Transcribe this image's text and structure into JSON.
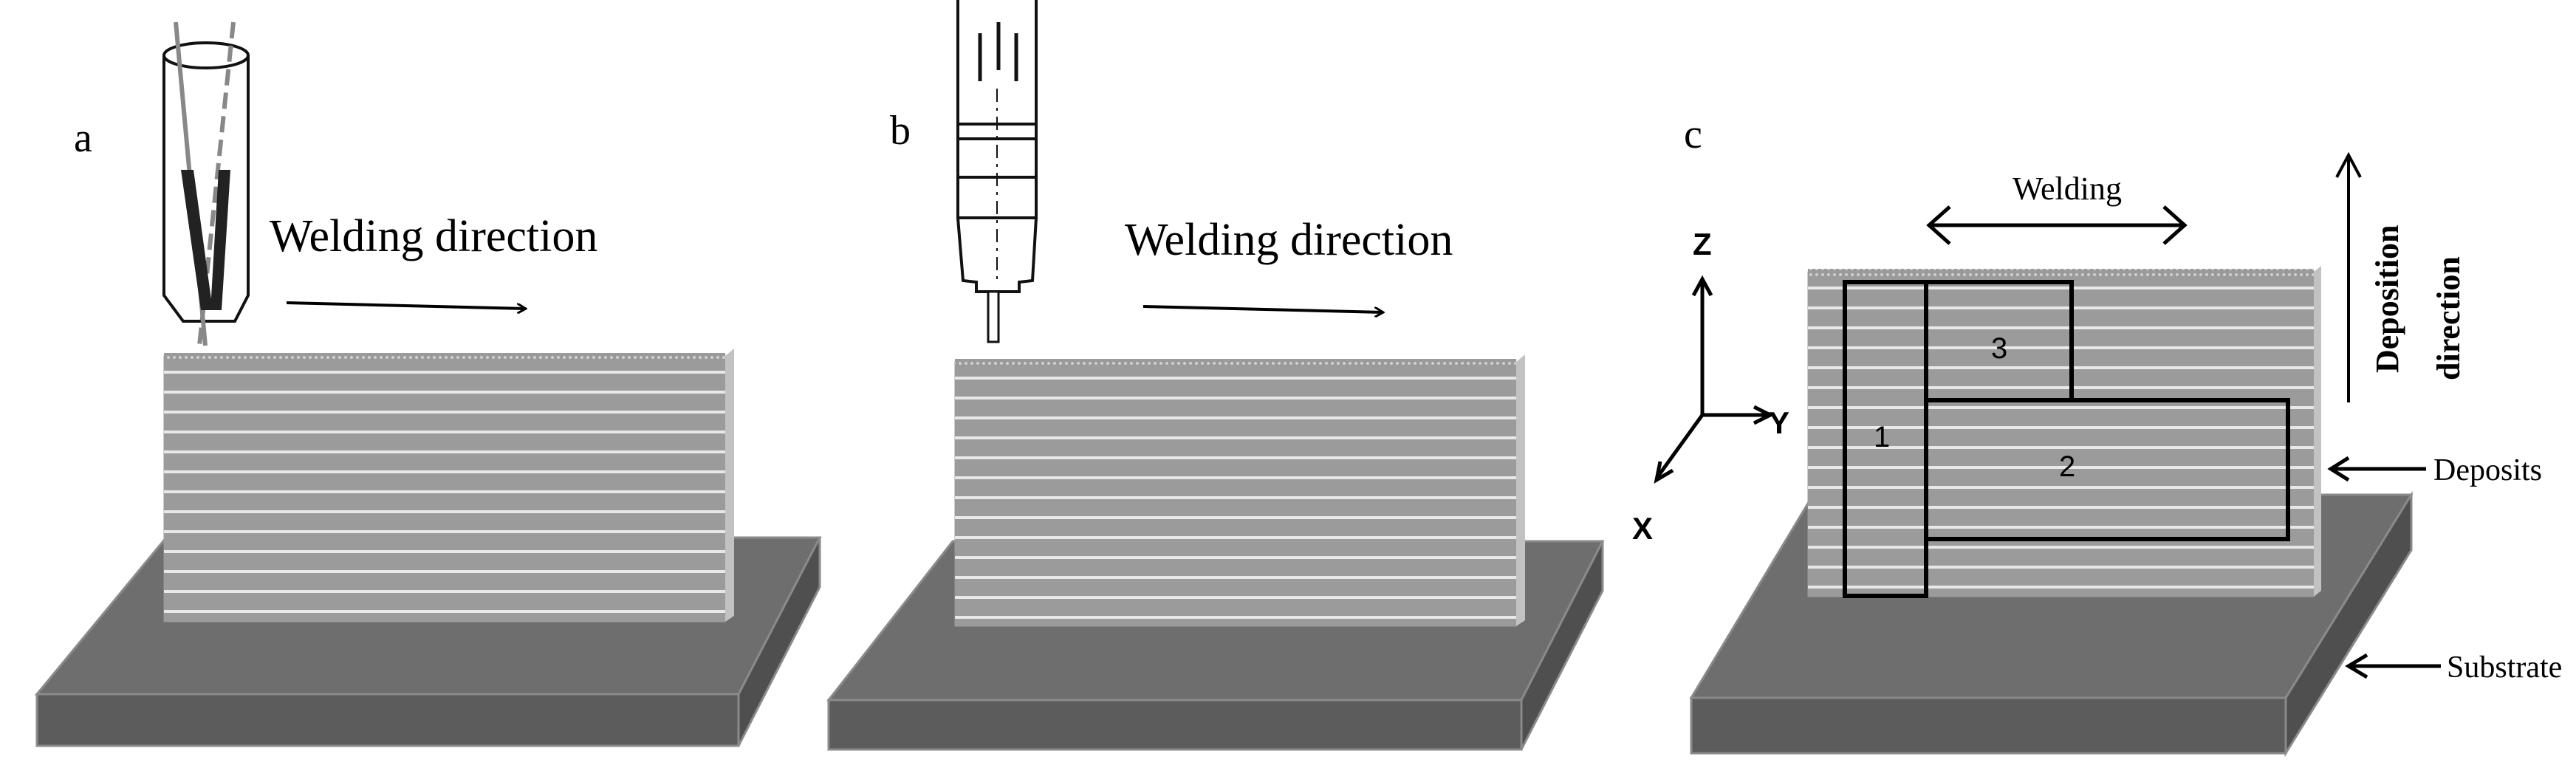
{
  "panels": [
    {
      "label": "a",
      "direction_text": "Welding direction"
    },
    {
      "label": "b",
      "direction_text": "Welding direction"
    }
  ],
  "panel_c": {
    "label": "c",
    "welding_text": "Welding",
    "deposition_text_1": "Deposition",
    "deposition_text_2": "direction",
    "axes": {
      "z": "Z",
      "y": "Y",
      "x": "X"
    },
    "regions": [
      "1",
      "2",
      "3"
    ],
    "deposits_label": "Deposits",
    "substrate_label": "Substrate"
  }
}
